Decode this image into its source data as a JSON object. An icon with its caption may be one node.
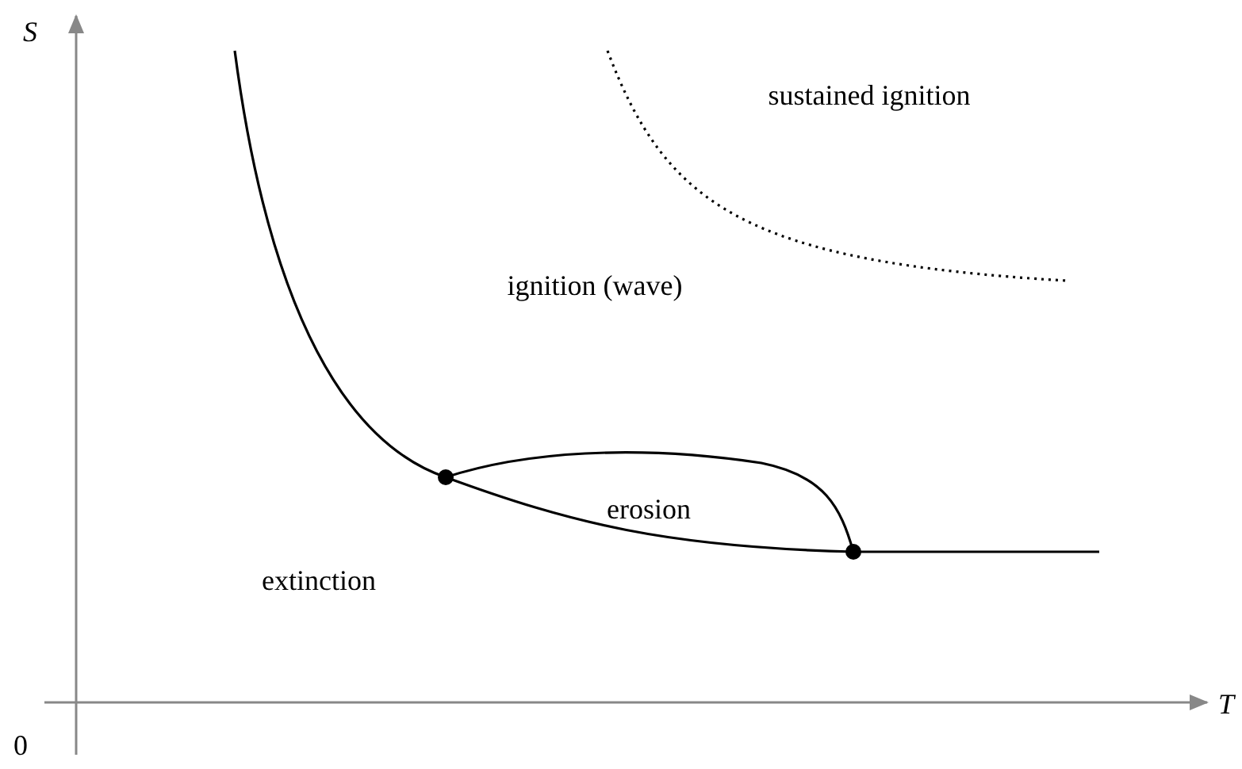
{
  "diagram": {
    "labels": [
      "S",
      "T",
      "0",
      "sustained ignition",
      "ignition (wave)",
      "erosion",
      "extinction"
    ]
  }
}
